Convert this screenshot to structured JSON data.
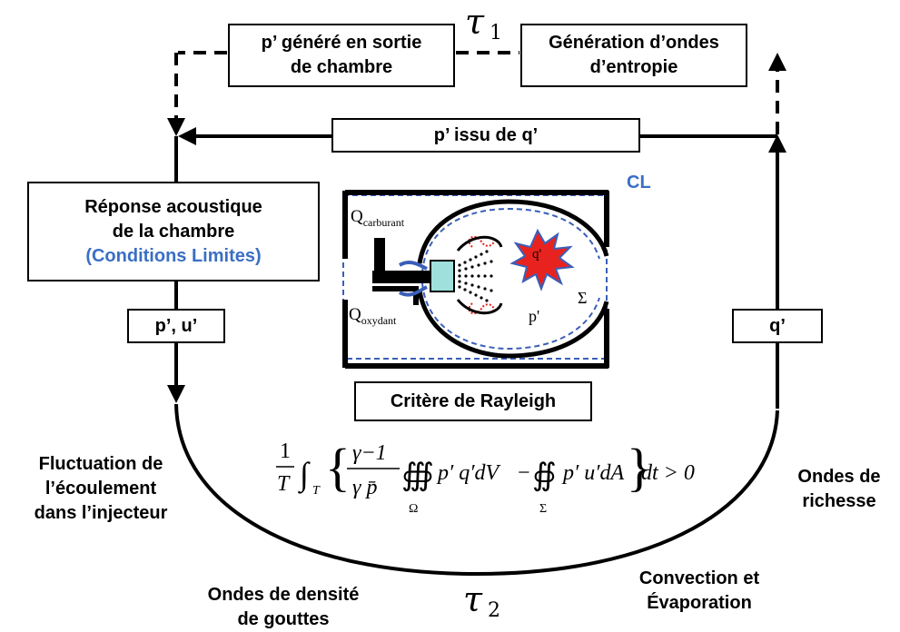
{
  "boxes": {
    "p_genere": [
      "p’ généré en sortie",
      "de chambre"
    ],
    "generation": [
      "Génération d’ondes",
      "d’entropie"
    ],
    "p_issu": "p’ issu de q’",
    "reponse": [
      "Réponse acoustique",
      "de la chambre"
    ],
    "reponse_cl": "(Conditions Limites)",
    "pu": "p’, u’",
    "q": "q’",
    "critere": "Critère de Rayleigh"
  },
  "labels": {
    "cl": "CL",
    "tau1": "τ",
    "tau1_sub": "1",
    "tau2": "τ",
    "tau2_sub": "2",
    "fluctuation": [
      "Fluctuation de",
      "l’écoulement",
      "dans l’injecteur"
    ],
    "ondes_richesse": [
      "Ondes de",
      "richesse"
    ],
    "convection": [
      "Convection et",
      "Évaporation"
    ],
    "ondes_densite": [
      "Ondes de densité",
      "de gouttes"
    ]
  },
  "chamber": {
    "q_carburant": "Q",
    "q_carburant_sub": "carburant",
    "q_oxydant": "Q",
    "q_oxydant_sub": "oxydant",
    "flame_label": "q'",
    "pressure_label": "p'",
    "sigma": "Σ"
  },
  "formula": {
    "frac1_num": "1",
    "frac1_den": "T",
    "int_sub": "T",
    "frac2_num": "γ−1",
    "frac2_den": "γ p̄",
    "term1": "p′ q′dV",
    "minus": "−",
    "term2": "p′ u′dA",
    "tail": "dt > 0",
    "omega": "Ω",
    "sigma": "Σ"
  },
  "colors": {
    "ink": "#000000",
    "accent_blue": "#3a6fc4",
    "dashed_blue": "#3a5fb8",
    "flame_red": "#e8231f",
    "injector_fill": "#9fe0dd"
  }
}
